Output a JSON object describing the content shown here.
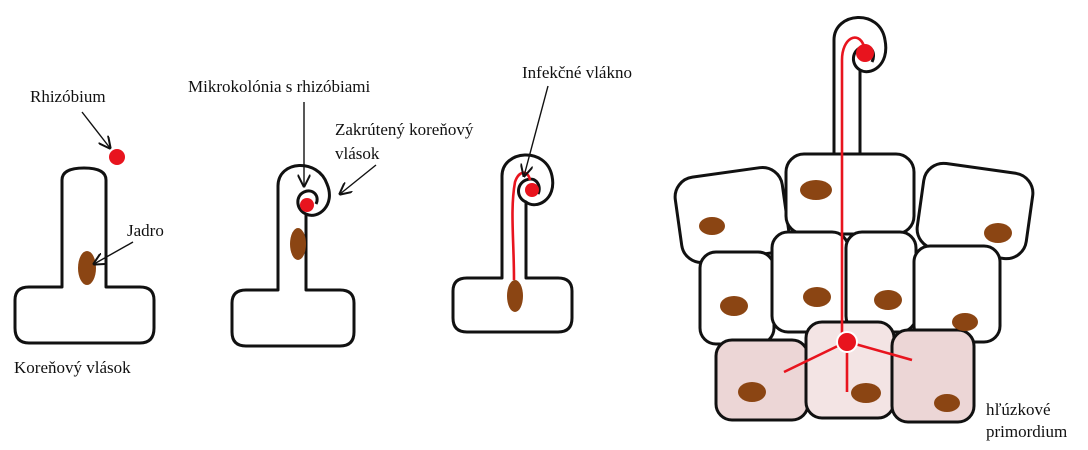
{
  "labels": {
    "rhizobium": "Rhizóbium",
    "nucleus": "Jadro",
    "root_hair": "Koreňový vlások",
    "microcolony": "Mikrokolónia s rhizóbiami",
    "curled_line1": "Zakrútený koreňový",
    "curled_line2": "vlások",
    "infection_thread": "Infekčné vlákno",
    "primordium_line1": "hľúzkové",
    "primordium_line2": "primordium"
  },
  "colors": {
    "bacterium": "#e8141e",
    "nucleus": "#8b4513",
    "outline": "#111111",
    "primordium_fill": "#ecd6d6",
    "infection_thread": "#e8141e"
  },
  "icons": {
    "bacterium": "red-dot",
    "nucleus": "brown-oval",
    "pointer": "arrow"
  }
}
